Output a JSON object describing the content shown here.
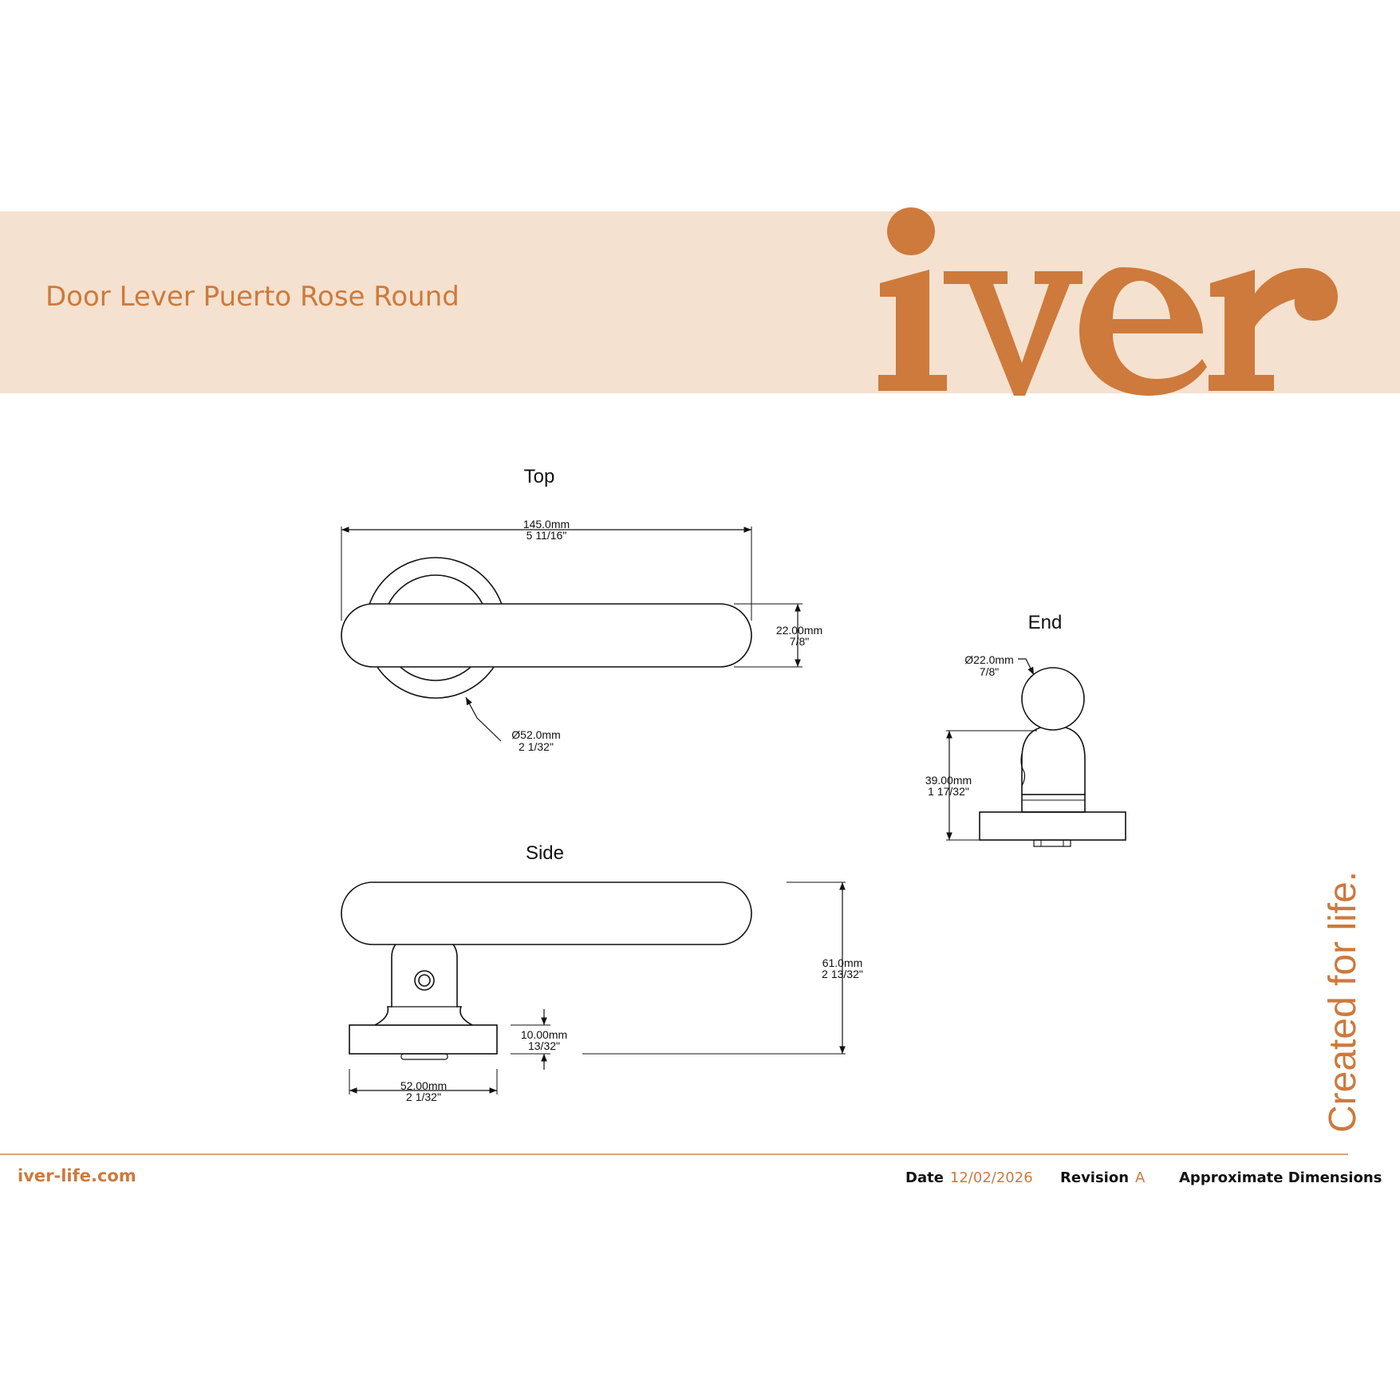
{
  "header": {
    "title": "Door Lever Puerto Rose Round",
    "logo_text": "iver",
    "brand_color": "#cd7a3c",
    "banner_color": "#f5e1cf"
  },
  "views": {
    "top": {
      "label": "Top",
      "length": {
        "mm": "145.0mm",
        "inch": "5 11/16\""
      },
      "lever_diameter": {
        "mm": "22.00mm",
        "inch": "7/8\""
      },
      "rose_diameter": {
        "mm": "Ø52.0mm",
        "inch": "2 1/32\""
      }
    },
    "end": {
      "label": "End",
      "lever_diameter": {
        "mm": "Ø22.0mm",
        "inch": "7/8\""
      },
      "height": {
        "mm": "39.00mm",
        "inch": "1 17/32\""
      }
    },
    "side": {
      "label": "Side",
      "projection": {
        "mm": "61.0mm",
        "inch": "2 13/32\""
      },
      "rose_thickness": {
        "mm": "10.00mm",
        "inch": "13/32\""
      },
      "rose_width": {
        "mm": "52.00mm",
        "inch": "2 1/32\""
      }
    }
  },
  "tagline": "Created for life.",
  "footer": {
    "website": "iver-life.com",
    "date_label": "Date",
    "date_value": "12/02/2026",
    "revision_label": "Revision",
    "revision_value": "A",
    "note": "Approximate Dimensions"
  }
}
